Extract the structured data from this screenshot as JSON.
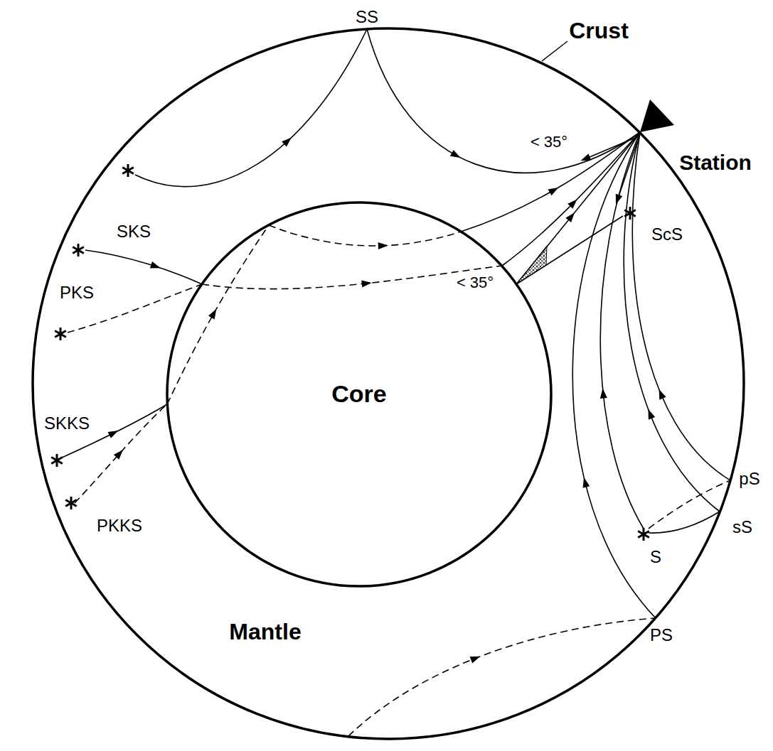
{
  "diagram": {
    "nodes": [
      {
        "text": [
          "Mantle"
        ]
      },
      {
        "text": [
          "Core"
        ],
        "in": 0
      }
    ],
    "labels": [
      "SS",
      "Crust",
      "< 35°",
      "Station",
      "SKS",
      "ScS",
      "< 35°",
      "PKS",
      "SKKS",
      "PKKS",
      "pS",
      "sS",
      "S",
      "PS"
    ]
  }
}
